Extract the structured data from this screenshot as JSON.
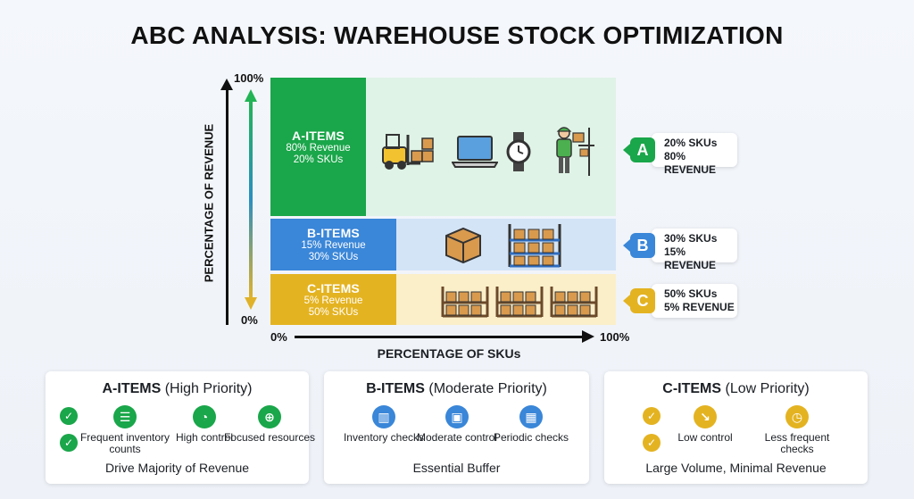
{
  "title": "ABC ANALYSIS: WAREHOUSE STOCK OPTIMIZATION",
  "axes": {
    "y_label": "PERCENTAGE OF REVENUE",
    "y_top": "100%",
    "y_bottom": "0%",
    "x_label": "PERCENTAGE OF SKUs",
    "x_left": "0%",
    "x_right": "100%"
  },
  "bands": {
    "a": {
      "title": "A-ITEMS",
      "revenue": "80% Revenue",
      "skus": "20% SKUs",
      "color": "#1aa64a"
    },
    "b": {
      "title": "B-ITEMS",
      "revenue": "15% Revenue",
      "skus": "30% SKUs",
      "color": "#3a86d8"
    },
    "c": {
      "title": "C-ITEMS",
      "revenue": "5% Revenue",
      "skus": "50% SKUs",
      "color": "#e4b321"
    }
  },
  "icons": {
    "a": [
      "forklift-icon",
      "laptop-icon",
      "watch-icon",
      "worker-icon"
    ],
    "b": [
      "box-icon",
      "shelf-icon"
    ],
    "c": [
      "shelf-icon",
      "shelf-icon",
      "shelf-icon"
    ]
  },
  "callouts": {
    "a": {
      "letter": "A",
      "line1": "20% SKUs",
      "line2": "80% REVENUE"
    },
    "b": {
      "letter": "B",
      "line1": "30% SKUs",
      "line2": "15% REVENUE"
    },
    "c": {
      "letter": "C",
      "line1": "50% SKUs",
      "line2": "5% REVENUE"
    }
  },
  "cards": {
    "a": {
      "title_bold": "A-ITEMS",
      "title_rest": " (High Priority)",
      "features": [
        "Frequent inventory counts",
        "High control",
        "Focused resources"
      ],
      "footer": "Drive Majority of Revenue"
    },
    "b": {
      "title_bold": "B-ITEMS",
      "title_rest": " (Moderate Priority)",
      "features": [
        "Inventory checks",
        "Moderate control",
        "Periodic checks"
      ],
      "footer": "Essential Buffer"
    },
    "c": {
      "title_bold": "C-ITEMS",
      "title_rest": " (Low Priority)",
      "features": [
        "Low control",
        "Less frequent checks"
      ],
      "footer": "Large Volume, Minimal Revenue"
    }
  }
}
